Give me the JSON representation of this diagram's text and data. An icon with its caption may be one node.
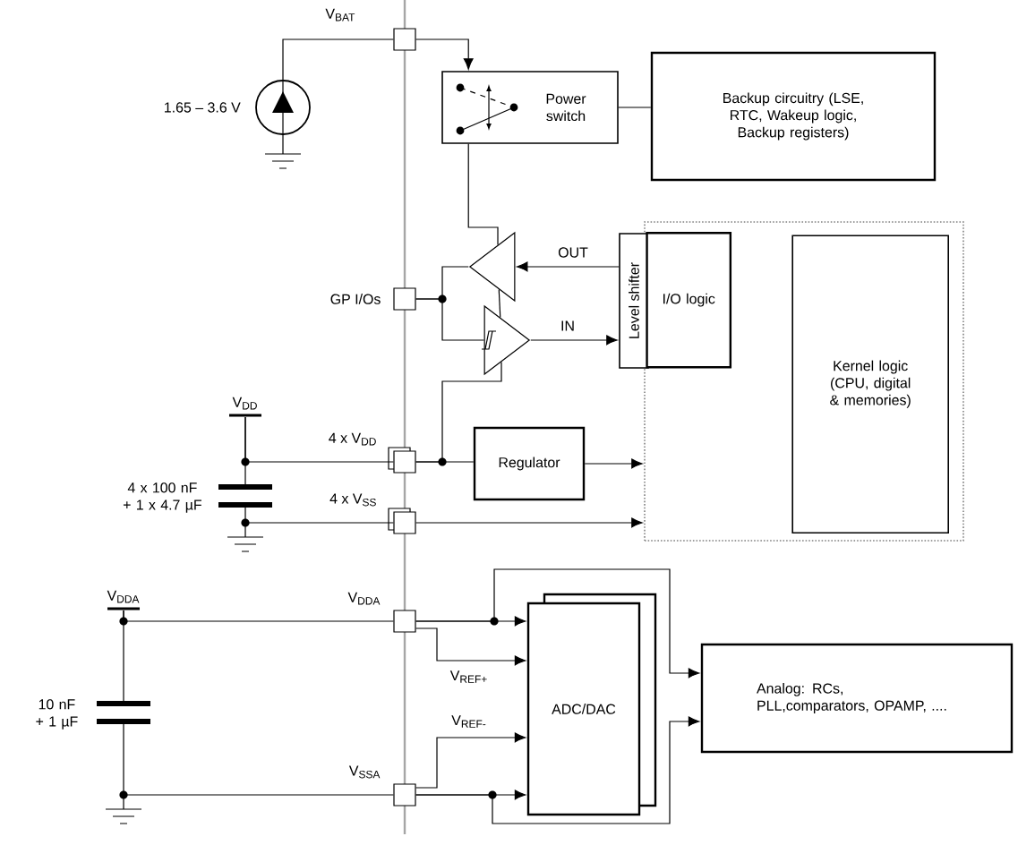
{
  "diagram": {
    "nodes": [
      {
        "text": [
          "V$_{BAT}$"
        ]
      },
      {
        "text": [],
        "shape": "circle",
        "beside": [
          "1.65 – 3.6 V"
        ]
      },
      {
        "text": [
          "Power switch"
        ]
      },
      {
        "text": [
          "Backup circuitry (LSE, RTC, Wakeup logic, Backup registers)"
        ]
      },
      {
        "text": [],
        "shape": "box"
      },
      {
        "text": [],
        "shape": "triangle"
      },
      {
        "text": [
          "GP I/Os"
        ]
      },
      {
        "text": [],
        "shape": "triangle"
      },
      {
        "text": [
          "Level shifter"
        ]
      },
      {
        "text": [
          "I/O logic"
        ],
        "in": 4
      },
      {
        "text": [
          "Kernel logic (CPU, digital & memories)"
        ],
        "in": 4
      },
      {
        "text": [
          "V$_{DD}$"
        ]
      },
      {
        "text": [],
        "shape": "capacitor",
        "beside": [
          "4 x 100 nF + 1 x 4.7 µF"
        ]
      },
      {
        "text": [
          "4 x V$_{DD}$"
        ]
      },
      {
        "text": [
          "Regulator"
        ]
      },
      {
        "text": [
          "4 x V$_{SS}$"
        ]
      },
      {
        "text": [
          "V$_{DDA}$"
        ]
      },
      {
        "text": [
          "V$_{DDA}$"
        ]
      },
      {
        "text": [],
        "shape": "capacitor",
        "beside": [
          "10 nF + 1 µF"
        ]
      },
      {
        "text": [
          "ADC/DAC"
        ]
      },
      {
        "text": [
          "Analog: RCs, PLL,comparators, OPAMP, ...."
        ]
      },
      {
        "text": [
          "V$_{SSA}$"
        ]
      }
    ],
    "edges": [
      {
        "from": 1,
        "to": 0,
        "arrow": "none"
      },
      {
        "from": 0,
        "to": 2,
        "arrow": "to"
      },
      {
        "from": 2,
        "to": 3,
        "arrow": "none"
      },
      {
        "from": 2,
        "to": 5,
        "arrow": "none"
      },
      {
        "from": 5,
        "to": 7,
        "arrow": "none"
      },
      {
        "from": 7,
        "to": 13,
        "arrow": "none"
      },
      {
        "from": 5,
        "to": 6,
        "arrow": "none"
      },
      {
        "from": 6,
        "to": 7,
        "arrow": "none"
      },
      {
        "from": 8,
        "to": 5,
        "arrow": "to",
        "label": "OUT"
      },
      {
        "from": 7,
        "to": 8,
        "arrow": "to",
        "label": "IN"
      },
      {
        "from": 11,
        "to": 13,
        "arrow": "none"
      },
      {
        "from": 11,
        "to": 12,
        "arrow": "none"
      },
      {
        "from": 12,
        "to": 15,
        "arrow": "none"
      },
      {
        "from": 13,
        "to": 14,
        "arrow": "none"
      },
      {
        "from": 14,
        "to": 4,
        "arrow": "to"
      },
      {
        "from": 15,
        "to": 4,
        "arrow": "to"
      },
      {
        "from": 16,
        "to": 17,
        "arrow": "none"
      },
      {
        "from": 16,
        "to": 18,
        "arrow": "none"
      },
      {
        "from": 18,
        "to": 21,
        "arrow": "none"
      },
      {
        "from": 17,
        "to": 19,
        "arrow": "to"
      },
      {
        "from": 17,
        "to": 19,
        "arrow": "to",
        "label": "V$_{REF+}$"
      },
      {
        "from": 21,
        "to": 19,
        "arrow": "to",
        "label": "V$_{REF-}$"
      },
      {
        "from": 21,
        "to": 19,
        "arrow": "to"
      },
      {
        "from": 17,
        "to": 20,
        "arrow": "to"
      },
      {
        "from": 21,
        "to": 20,
        "arrow": "to"
      }
    ]
  }
}
